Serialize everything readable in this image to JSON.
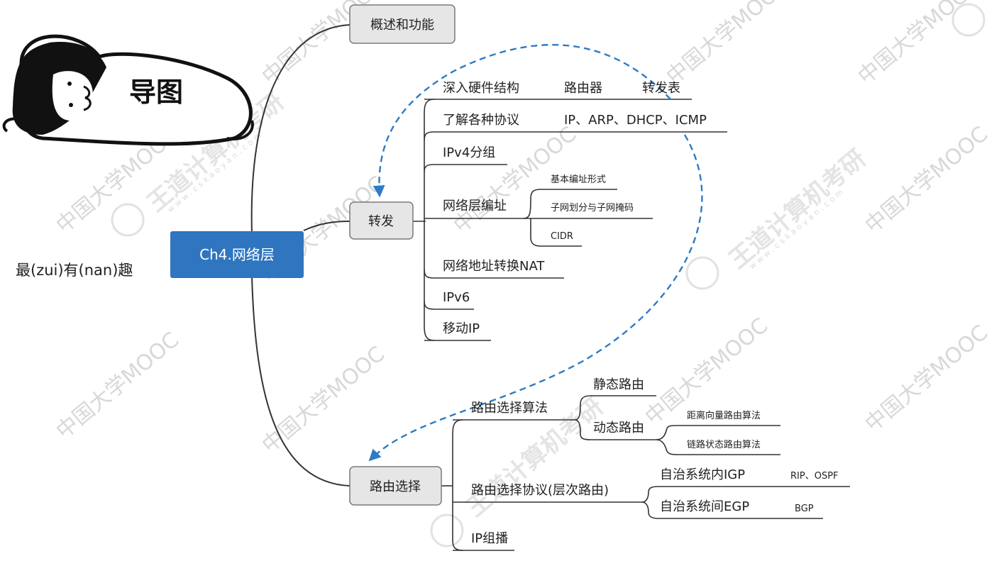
{
  "sticker": {
    "caption": "导图"
  },
  "side_note": "最(zui)有(nan)趣",
  "watermark": {
    "text": "中国大学MOOC",
    "brand": "王道计算机考研",
    "site": "www.cskaoyan.com"
  },
  "root": {
    "label": "Ch4.网络层",
    "color": "#2f75c0"
  },
  "branches": {
    "overview": {
      "label": "概述和功能"
    },
    "forwarding": {
      "label": "转发",
      "items": [
        {
          "label": "深入硬件结构",
          "extra": [
            "路由器",
            "转发表"
          ]
        },
        {
          "label": "了解各种协议",
          "extra": [
            "IP、ARP、DHCP、ICMP"
          ]
        },
        {
          "label": "IPv4分组"
        },
        {
          "label": "网络层编址",
          "children": [
            "基本编址形式",
            "子网划分与子网掩码",
            "CIDR"
          ]
        },
        {
          "label": "网络地址转换NAT"
        },
        {
          "label": "IPv6"
        },
        {
          "label": "移动IP"
        }
      ]
    },
    "routing": {
      "label": "路由选择",
      "algorithms": {
        "label": "路由选择算法",
        "static": "静态路由",
        "dynamic": {
          "label": "动态路由",
          "children": [
            "距离向量路由算法",
            "链路状态路由算法"
          ]
        }
      },
      "protocols": {
        "label": "路由选择协议(层次路由)",
        "children": [
          {
            "label": "自治系统内IGP",
            "extra": "RIP、OSPF"
          },
          {
            "label": "自治系统间EGP",
            "extra": "BGP"
          }
        ]
      },
      "multicast": {
        "label": "IP组播"
      }
    }
  },
  "colors": {
    "node_fill": "#e6e6e6",
    "node_stroke": "#7a7a7a",
    "line": "#333333",
    "arrow": "#2e7bc4"
  }
}
